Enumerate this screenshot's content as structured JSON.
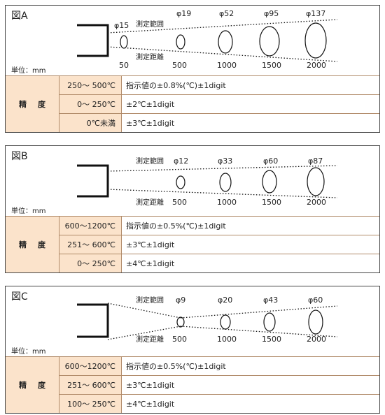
{
  "panels": [
    {
      "figure": "図A",
      "unit": "単位：mm",
      "range_label": "測定範囲",
      "distance_label": "測定距離",
      "diameters": [
        "φ15",
        "φ19",
        "φ52",
        "φ95",
        "φ137"
      ],
      "distances": [
        "50",
        "500",
        "1000",
        "1500",
        "2000"
      ],
      "spot_diameters_mm": [
        15,
        19,
        52,
        95,
        137
      ],
      "spot_distances_mm": [
        50,
        500,
        1000,
        1500,
        2000
      ],
      "accuracy_heading": "精度",
      "rows": [
        {
          "range": "250～ 500℃",
          "value": "指示値の±0.8%(℃)±1digit"
        },
        {
          "range": "0～ 250℃",
          "value": "±2℃±1digit"
        },
        {
          "range": "0℃未満",
          "value": "±3℃±1digit"
        }
      ]
    },
    {
      "figure": "図B",
      "unit": "単位：mm",
      "range_label": "測定範囲",
      "distance_label": "測定距離",
      "diameters": [
        "φ12",
        "φ33",
        "φ60",
        "φ87"
      ],
      "distances": [
        "500",
        "1000",
        "1500",
        "2000"
      ],
      "spot_diameters_mm": [
        12,
        33,
        60,
        87
      ],
      "spot_distances_mm": [
        500,
        1000,
        1500,
        2000
      ],
      "accuracy_heading": "精度",
      "rows": [
        {
          "range": "600～1200℃",
          "value": "指示値の±0.5%(℃)±1digit"
        },
        {
          "range": "251～ 600℃",
          "value": "±3℃±1digit"
        },
        {
          "range": "0～ 250℃",
          "value": "±4℃±1digit"
        }
      ]
    },
    {
      "figure": "図C",
      "unit": "単位：mm",
      "range_label": "測定範囲",
      "distance_label": "測定距離",
      "diameters": [
        "φ9",
        "φ20",
        "φ43",
        "φ60"
      ],
      "distances": [
        "500",
        "1000",
        "1500",
        "2000"
      ],
      "spot_diameters_mm": [
        9,
        20,
        43,
        60
      ],
      "spot_distances_mm": [
        500,
        1000,
        1500,
        2000
      ],
      "accuracy_heading": "精度",
      "rows": [
        {
          "range": "600～1200℃",
          "value": "指示値の±0.5%(℃)±1digit"
        },
        {
          "range": "251～ 600℃",
          "value": "±3℃±1digit"
        },
        {
          "range": "100～ 250℃",
          "value": "±4℃±1digit"
        }
      ]
    }
  ]
}
